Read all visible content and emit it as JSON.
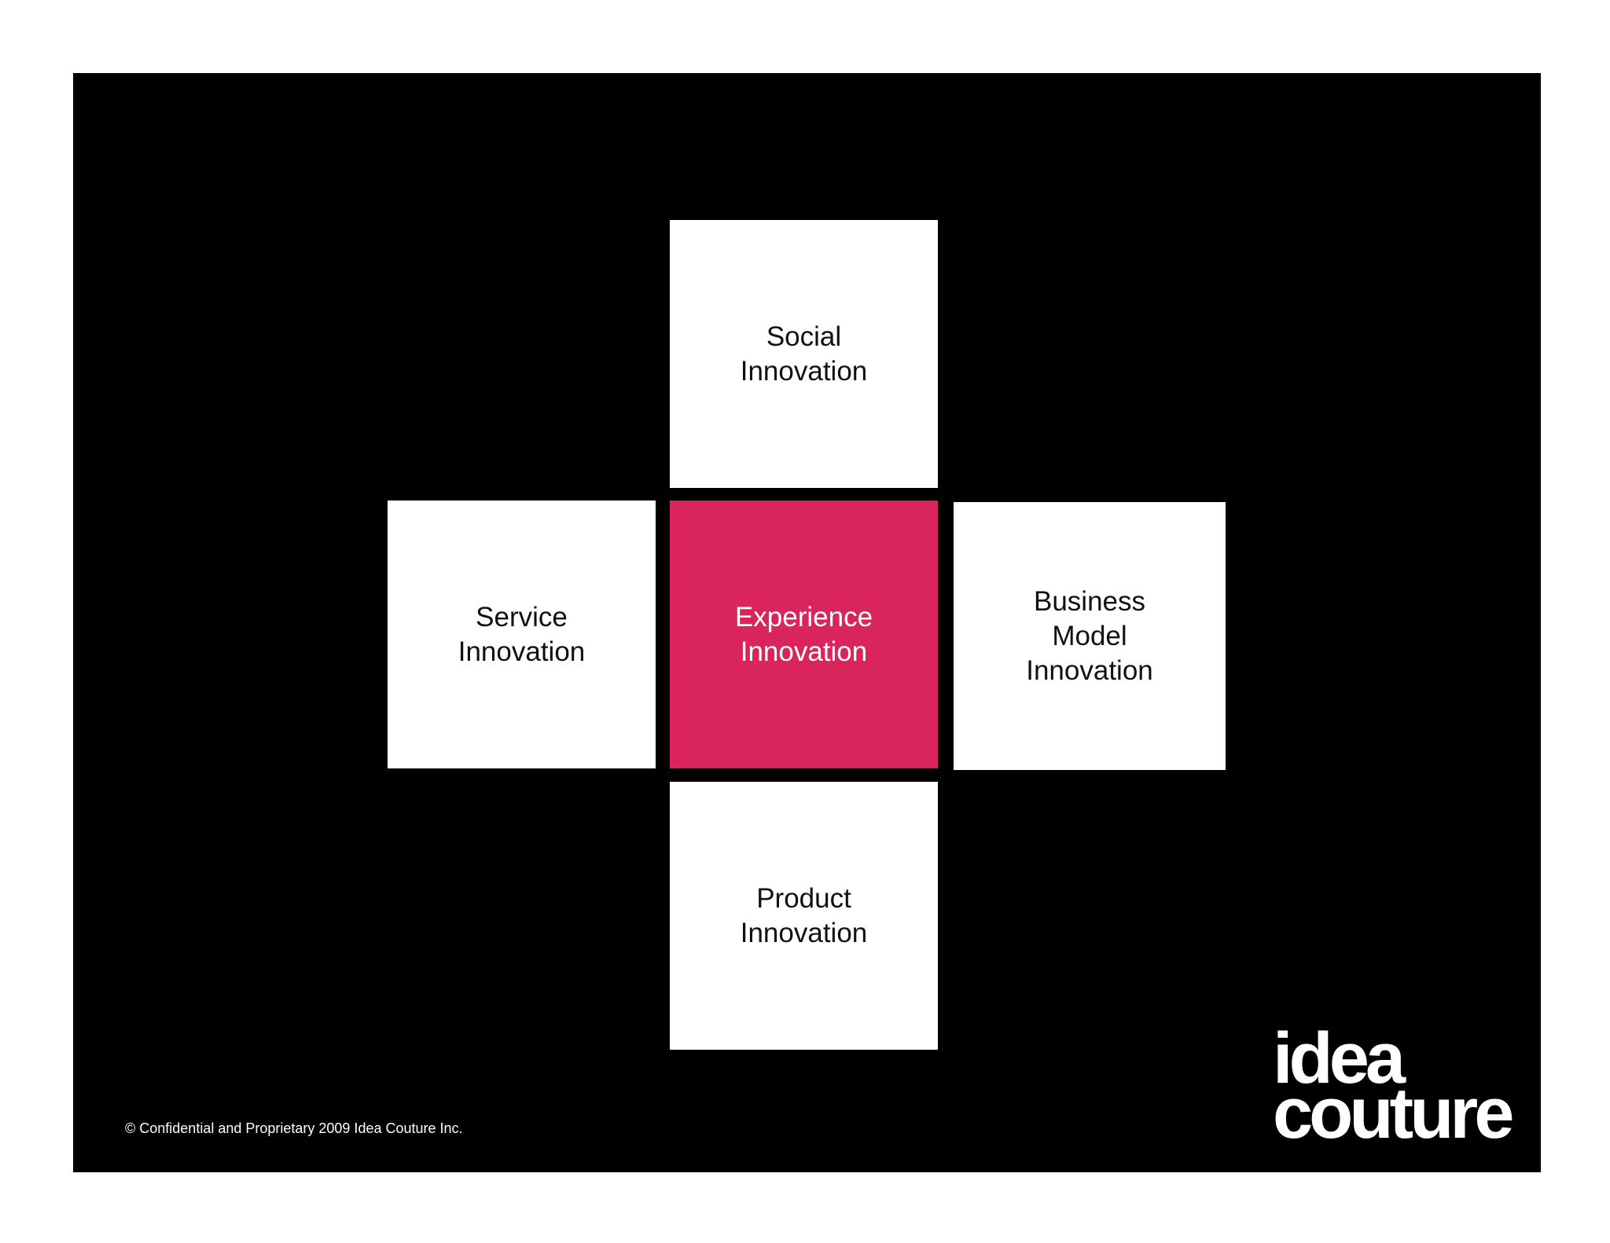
{
  "diagram": {
    "top": "Social\nInnovation",
    "left": "Service\nInnovation",
    "center": "Experience\nInnovation",
    "right": "Business\nModel\nInnovation",
    "bottom": "Product\nInnovation"
  },
  "footer": {
    "copyright": "© Confidential and Proprietary 2009 Idea Couture Inc."
  },
  "logo": {
    "line1": "idea",
    "line2": "couture"
  },
  "colors": {
    "background": "#000000",
    "box": "#ffffff",
    "accent": "#d9245c"
  }
}
